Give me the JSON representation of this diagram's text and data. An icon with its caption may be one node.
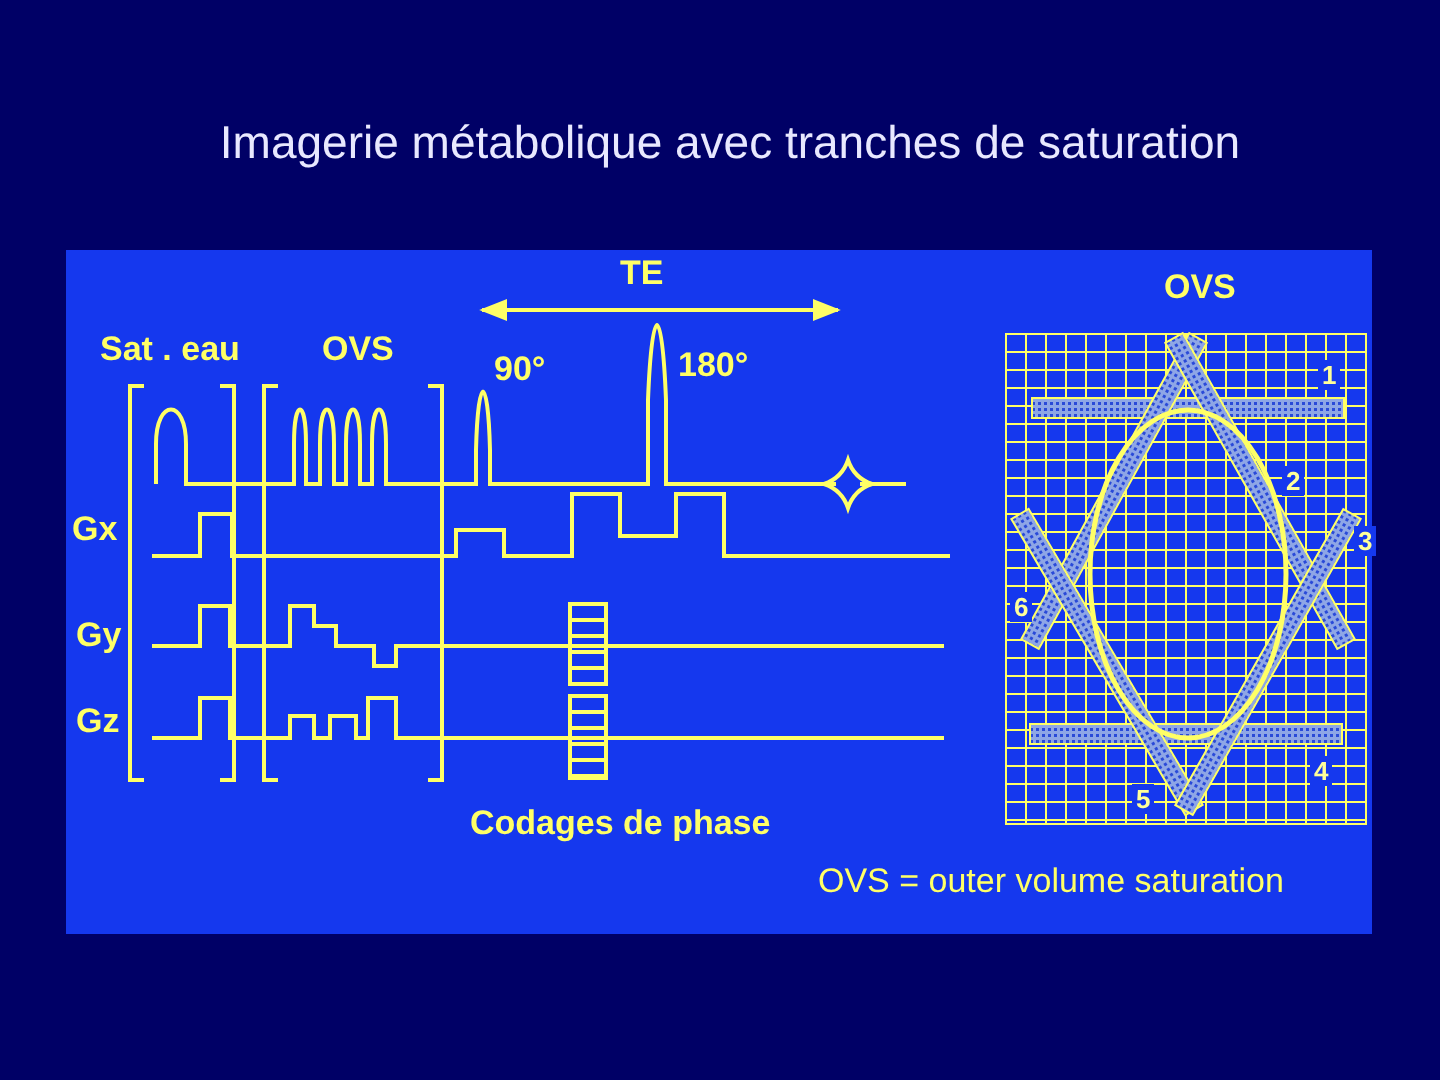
{
  "diagram": {
    "title": "Imagerie métabolique avec tranches de saturation",
    "labels": [
      "TE",
      "OVS",
      "Sat . eau",
      "OVS",
      "90°",
      "180°",
      "1",
      "2",
      "Gx",
      "3",
      "6",
      "Gy",
      "Gz",
      "4",
      "5",
      "Codages de phase",
      "OVS = outer volume saturation"
    ]
  }
}
